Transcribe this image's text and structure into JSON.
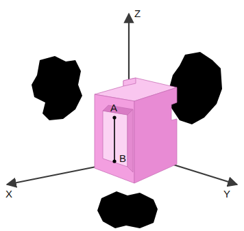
{
  "diagram": {
    "labels": [
      "Z",
      "X",
      "Y",
      "A",
      "B"
    ]
  }
}
